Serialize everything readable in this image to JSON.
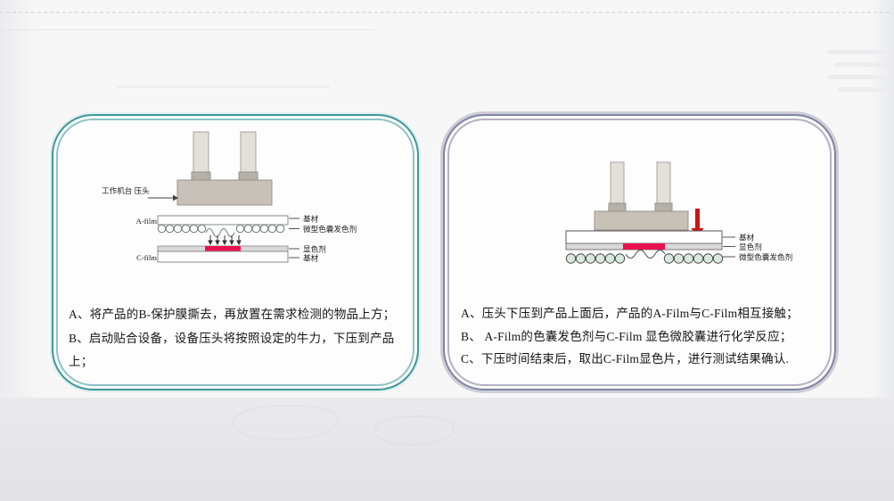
{
  "colors": {
    "page_bg": "#f7f7f8",
    "bottom_band": "#e5e5e7",
    "left_panel_accent": "#3f9898",
    "right_panel_accent": "#8a86a2",
    "press_block": "#c8c1b8",
    "piston": "#e3e0da",
    "film_red": "#e8124f",
    "arrow_red": "#cc1414",
    "capsule_fill_right": "#d8e9de"
  },
  "left_panel": {
    "diagram": {
      "press_label": "工作机台 压头",
      "film_top_label": "A-film",
      "film_bottom_label": "C-film",
      "layer_base_top": "基材",
      "layer_capsule": "微型色囊发色剂",
      "layer_developer": "显色剂",
      "layer_base_bottom": "基材"
    },
    "steps": [
      "A、将产品的B-保护膜撕去，再放置在需求检测的物品上方；",
      "B、启动贴合设备，设备压头将按照设定的牛力，下压到产品上；"
    ]
  },
  "right_panel": {
    "diagram": {
      "layer_base": "基材",
      "layer_developer": "显色剂",
      "layer_capsule": "微型色囊发色剂"
    },
    "steps": [
      "A、压头下压到产品上面后，产品的A-Film与C-Film相互接触；",
      "B、 A-Film的色囊发色剂与C-Film 显色微胶囊进行化学反应；",
      "C、下压时间结束后，取出C-Film显色片，进行测试结果确认."
    ]
  }
}
